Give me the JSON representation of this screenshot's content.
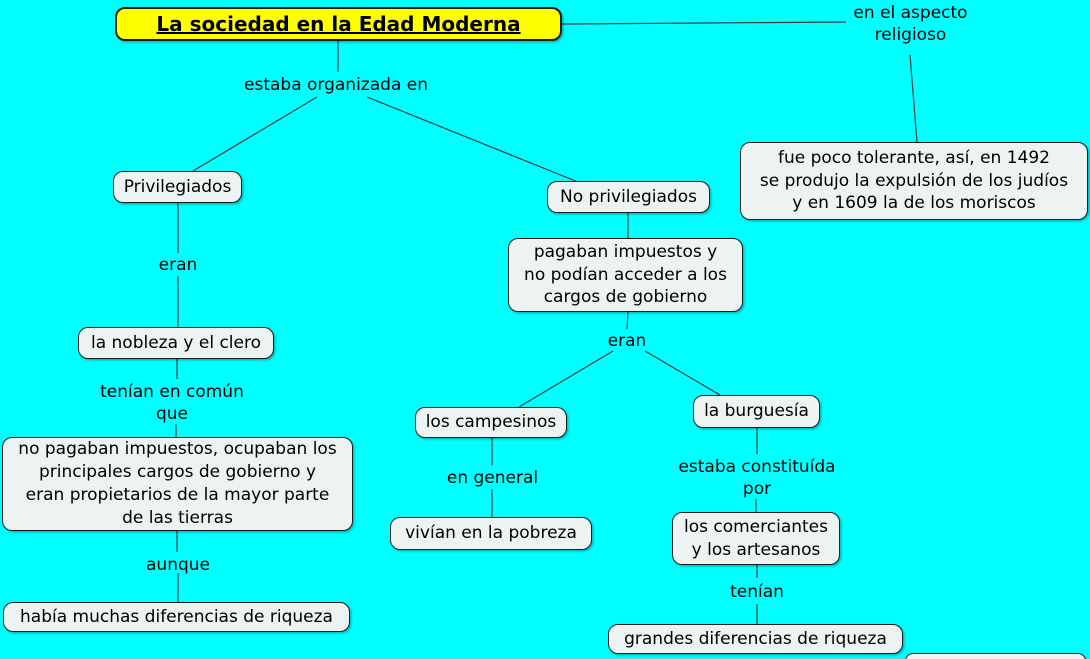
{
  "canvas": {
    "background_color": "#00ffff",
    "node_fill_color": "#edf3f2",
    "node_border_color": "#1d1d1d",
    "title_fill_color": "#ffff00",
    "line_color": "#3c3c3c"
  },
  "nodes": {
    "title": {
      "label": "La sociedad en la Edad Moderna"
    },
    "privilegiados": {
      "label": "Privilegiados"
    },
    "no_privilegiados": {
      "label": "No privilegiados"
    },
    "tolerante": {
      "label": "fue poco tolerante, así, en 1492\nse produjo la expulsión de los judíos\ny en 1609 la de los moriscos"
    },
    "pagaban_impuestos": {
      "label": "pagaban impuestos y\nno podían acceder a los\ncargos de gobierno"
    },
    "nobleza_clero": {
      "label": "la nobleza y el clero"
    },
    "no_pagaban": {
      "label": "no pagaban impuestos, ocupaban los\nprincipales cargos de gobierno y\neran propietarios de la mayor parte\nde las tierras"
    },
    "habia_diferencias": {
      "label": "había muchas diferencias de riqueza"
    },
    "campesinos": {
      "label": "los campesinos"
    },
    "burguesia": {
      "label": "la burguesía"
    },
    "vivian_pobreza": {
      "label": "vivían en la pobreza"
    },
    "comerciantes": {
      "label": "los comerciantes\ny los artesanos"
    },
    "grandes_diferencias": {
      "label": "grandes diferencias de riqueza"
    }
  },
  "linking_phrases": {
    "aspecto_religioso": {
      "label": "en el aspecto\nreligioso"
    },
    "estaba_organizada": {
      "label": "estaba organizada en"
    },
    "eran_left": {
      "label": "eran"
    },
    "tenian_en_comun": {
      "label": "tenían en común\nque"
    },
    "aunque": {
      "label": "aunque"
    },
    "eran_mid": {
      "label": "eran"
    },
    "en_general": {
      "label": "en general"
    },
    "estaba_constituida": {
      "label": "estaba constituída\npor"
    },
    "tenian": {
      "label": "tenían"
    }
  }
}
